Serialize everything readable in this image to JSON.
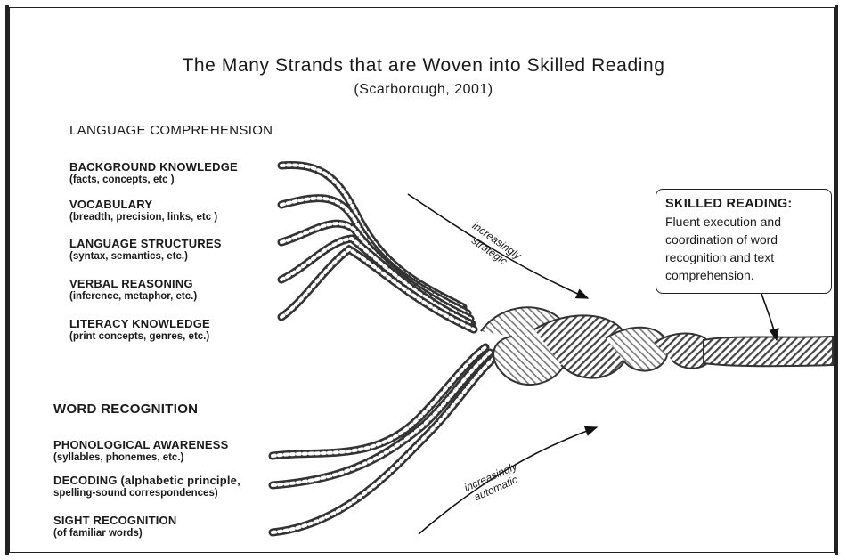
{
  "title": "The Many Strands that are Woven into Skilled Reading",
  "subtitle": "(Scarborough, 2001)",
  "language_comprehension": {
    "heading": "LANGUAGE COMPREHENSION",
    "strands": [
      {
        "name": "BACKGROUND KNOWLEDGE",
        "desc": "(facts, concepts, etc )"
      },
      {
        "name": "VOCABULARY",
        "desc": "(breadth, precision, links, etc )"
      },
      {
        "name": "LANGUAGE STRUCTURES",
        "desc": "(syntax, semantics, etc.)"
      },
      {
        "name": "VERBAL REASONING",
        "desc": "(inference, metaphor, etc.)"
      },
      {
        "name": "LITERACY KNOWLEDGE",
        "desc": "(print concepts, genres, etc.)"
      }
    ]
  },
  "word_recognition": {
    "heading": "WORD RECOGNITION",
    "strands": [
      {
        "name": "PHONOLOGICAL AWARENESS",
        "desc": "(syllables, phonemes, etc.)"
      },
      {
        "name": "DECODING (alphabetic principle,",
        "desc": "spelling-sound correspondences)"
      },
      {
        "name": "SIGHT RECOGNITION",
        "desc": "(of familiar words)"
      }
    ]
  },
  "arrows": {
    "upper_line1": "increasingly",
    "upper_line2": "strategic",
    "lower_line1": "increasingly",
    "lower_line2": "automatic"
  },
  "skilled_reading": {
    "heading": "SKILLED READING:",
    "lines": [
      "Fluent execution and",
      "coordination of word",
      "recognition and text",
      "comprehension."
    ]
  }
}
